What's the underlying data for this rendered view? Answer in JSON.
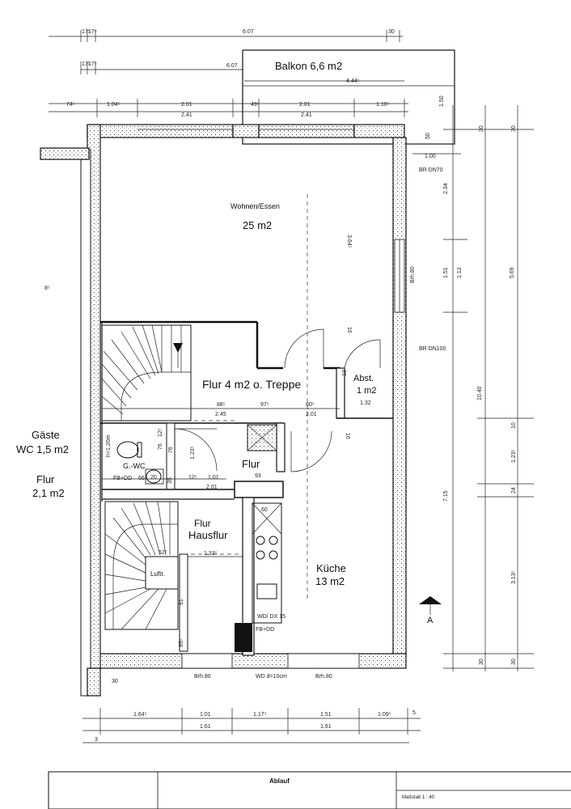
{
  "rooms": {
    "balkon": "Balkon 6,6 m2",
    "wohnen_title": "Wohnen/Essen",
    "wohnen_area": "25 m2",
    "flur_treppe": "Flur  4 m2 o. Treppe",
    "abst_title": "Abst.",
    "abst_area": "1 m2",
    "gaeste_1": "Gäste",
    "gaeste_2": "WC 1,5 m2",
    "flur_left_1": "Flur",
    "flur_left_2": "2,1 m2",
    "gwc": "G.-WC",
    "flur_small": "Flur",
    "flur_haus_1": "Flur",
    "flur_haus_2": "Hausflur",
    "kueche_title": "Küche",
    "kueche_area": "13 m2",
    "luftr": "Luftr."
  },
  "annotations": {
    "br_dn70": "BR DN70",
    "br_dn100": "BR DN100",
    "brh80_right": "Brh.80",
    "brh80_bottom_left": "Brh.80",
    "wd": "WD d=10cm",
    "brh80_bottom_right": "Brh.80",
    "fb_dd_wc": "FB+DD",
    "fb_dd_kitchen": "FB+DD",
    "wd_kitchen": "WD/ DX 15",
    "h120": "h=1.20m",
    "section_mark": "A"
  },
  "dims": {
    "top_a": "17⁵",
    "top_b": "17⁵",
    "top_total": "6.07",
    "top_30": "30",
    "top_c": "17⁵",
    "top_d": "17⁵",
    "balkon_607": "6.07",
    "balkon_444": "4.44⁵",
    "balkon_150": "1.50",
    "r1_74": "74⁵",
    "r1_104": "1.04⁵",
    "r1_201a": "2.01",
    "r1_49": "49⁵",
    "r1_201b": "2.01",
    "r1_110": "1.10⁵",
    "r1_241a": "2.41",
    "r1_241b": "2.41",
    "d_50": "50",
    "d_100": "1.00",
    "d_234": "2.34",
    "d_364": "3.64⁵",
    "d_151": "1.51",
    "d_112": "1.12",
    "d_569": "5.69",
    "d_1040": "10.40",
    "d_715": "7.15",
    "d_30_top_a": "30",
    "d_30_top_b": "30",
    "d_10": "10",
    "d_123": "1.23⁵",
    "d_24": "24",
    "d_313": "3.13⁵",
    "d_30_bot_a": "30",
    "d_30_bot_b": "30",
    "d_8": "8⁵",
    "d_16a": "16",
    "d_16b": "16",
    "d_13": "13",
    "f_88": "88⁵",
    "f_97": "97⁵",
    "f_80": "80⁵",
    "f_245": "2.45",
    "f_201": "2.01",
    "f_132": "1.32",
    "w_76a": "76",
    "w_12": "12⁵",
    "w_76b": "76",
    "w_123": "1.23⁵",
    "w_66": "66",
    "w_20": "20",
    "w_35": "35",
    "w_12b": "12⁵",
    "w_101": "1.01",
    "w_201": "2.01",
    "w_93": "93",
    "w_60": "60",
    "h_52": "52⁵",
    "h_133": "1.33⁵",
    "h_91": "91",
    "h_85": "85⁵",
    "h_30": "30",
    "b_164": "1.64⁵",
    "b_101": "1.01",
    "b_117": "1.17⁵",
    "b_151": "1.51",
    "b_109": "1.09⁵",
    "b_5": "5",
    "b_161a": "1.61",
    "b_161b": "1.61",
    "b_3": "3"
  },
  "titleblock": {
    "title": "Ablauf",
    "scale": "Maßstab 1 : 40"
  }
}
